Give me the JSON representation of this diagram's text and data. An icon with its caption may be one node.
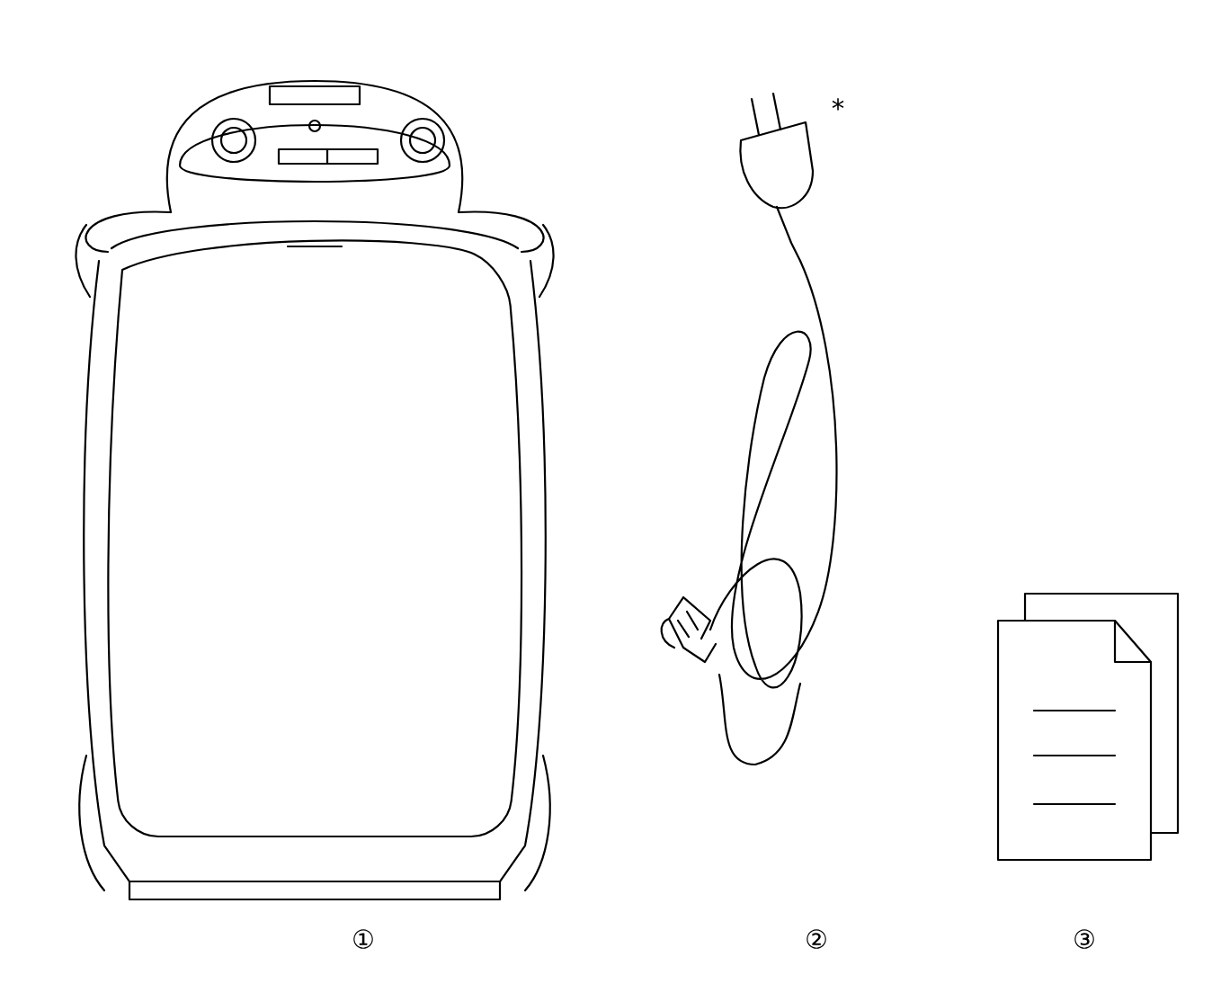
{
  "diagram": {
    "labels": [
      "*",
      "①",
      "②",
      "③"
    ]
  }
}
